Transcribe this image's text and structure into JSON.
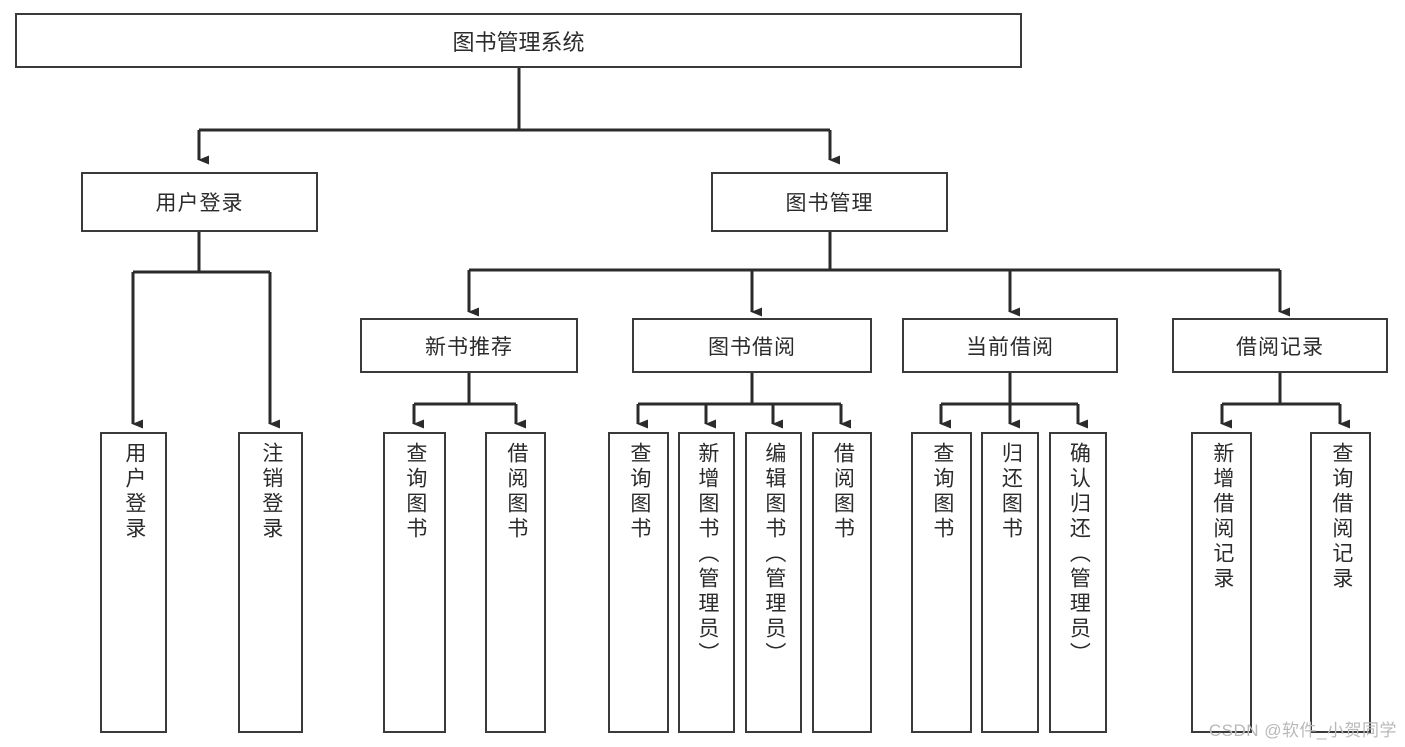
{
  "diagram": {
    "type": "tree",
    "title": "图书管理系统",
    "watermark": "CSDN @软件_小贺同学",
    "colors": {
      "box_border": "#3a3a3a",
      "box_fill": "#ffffff",
      "connector": "#2b2b2b",
      "text": "#2b2b2b",
      "watermark": "#b9b9b9"
    },
    "levels": {
      "level0": [
        {
          "id": "root",
          "label": "图书管理系统"
        }
      ],
      "level1": [
        {
          "id": "user-login",
          "label": "用户登录",
          "parent": "root"
        },
        {
          "id": "book-manage",
          "label": "图书管理",
          "parent": "root"
        }
      ],
      "level2": [
        {
          "id": "new-book-rec",
          "label": "新书推荐",
          "parent": "book-manage"
        },
        {
          "id": "book-borrow",
          "label": "图书借阅",
          "parent": "book-manage"
        },
        {
          "id": "current-borrow",
          "label": "当前借阅",
          "parent": "book-manage"
        },
        {
          "id": "borrow-record",
          "label": "借阅记录",
          "parent": "book-manage"
        }
      ],
      "leaves": [
        {
          "id": "leaf-user-login",
          "label": "用户登录",
          "parent": "user-login"
        },
        {
          "id": "leaf-user-logout",
          "label": "注销登录",
          "parent": "user-login"
        },
        {
          "id": "leaf-query-book-1",
          "label": "查询图书",
          "parent": "new-book-rec"
        },
        {
          "id": "leaf-borrow-book-1",
          "label": "借阅图书",
          "parent": "new-book-rec"
        },
        {
          "id": "leaf-query-book-2",
          "label": "查询图书",
          "parent": "book-borrow"
        },
        {
          "id": "leaf-add-book",
          "label": "新增图书（管理员）",
          "parent": "book-borrow"
        },
        {
          "id": "leaf-edit-book",
          "label": "编辑图书（管理员）",
          "parent": "book-borrow"
        },
        {
          "id": "leaf-borrow-book-2",
          "label": "借阅图书",
          "parent": "book-borrow"
        },
        {
          "id": "leaf-query-book-3",
          "label": "查询图书",
          "parent": "current-borrow"
        },
        {
          "id": "leaf-return-book",
          "label": "归还图书",
          "parent": "current-borrow"
        },
        {
          "id": "leaf-confirm-return",
          "label": "确认归还（管理员）",
          "parent": "current-borrow"
        },
        {
          "id": "leaf-add-record",
          "label": "新增借阅记录",
          "parent": "borrow-record"
        },
        {
          "id": "leaf-query-record",
          "label": "查询借阅记录",
          "parent": "borrow-record"
        }
      ]
    }
  }
}
